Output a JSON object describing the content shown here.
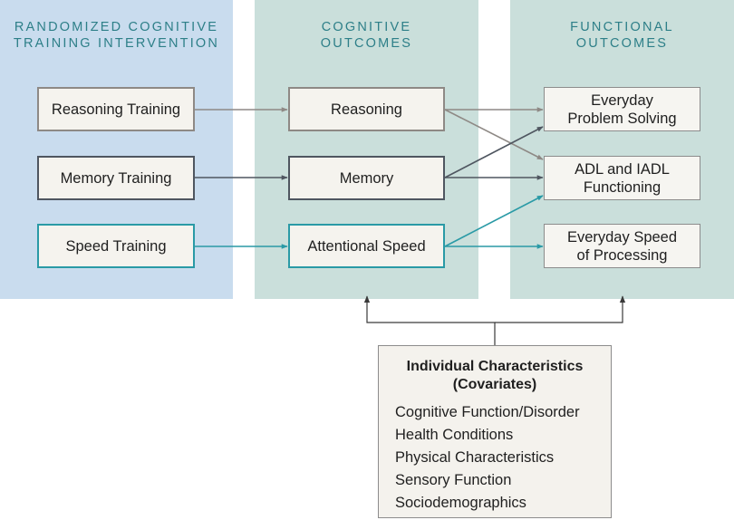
{
  "columns": {
    "intervention": [
      "RANDOMIZED COGNITIVE",
      "TRAINING INTERVENTION"
    ],
    "cognitive": [
      "COGNITIVE",
      "OUTCOMES"
    ],
    "functional": [
      "FUNCTIONAL",
      "OUTCOMES"
    ]
  },
  "training": {
    "reasoning": "Reasoning Training",
    "memory": "Memory Training",
    "speed": "Speed Training"
  },
  "cognitive": {
    "reasoning": "Reasoning",
    "memory": "Memory",
    "speed": "Attentional Speed"
  },
  "functional": {
    "problem_solving": [
      "Everyday",
      "Problem Solving"
    ],
    "adl": [
      "ADL and IADL",
      "Functioning"
    ],
    "speed_processing": [
      "Everyday Speed",
      "of Processing"
    ]
  },
  "covariates": {
    "title": [
      "Individual Characteristics",
      "(Covariates)"
    ],
    "items": [
      "Cognitive Function/Disorder",
      "Health Conditions",
      "Physical Characteristics",
      "Sensory Function",
      "Sociodemographics"
    ]
  },
  "colors": {
    "reasoning": "#8e8985",
    "memory": "#4f5660",
    "speed": "#2a9aa6",
    "header_text": "#2d7f88",
    "panel_blue": "#c9dcee",
    "panel_green": "#cadfdb"
  }
}
